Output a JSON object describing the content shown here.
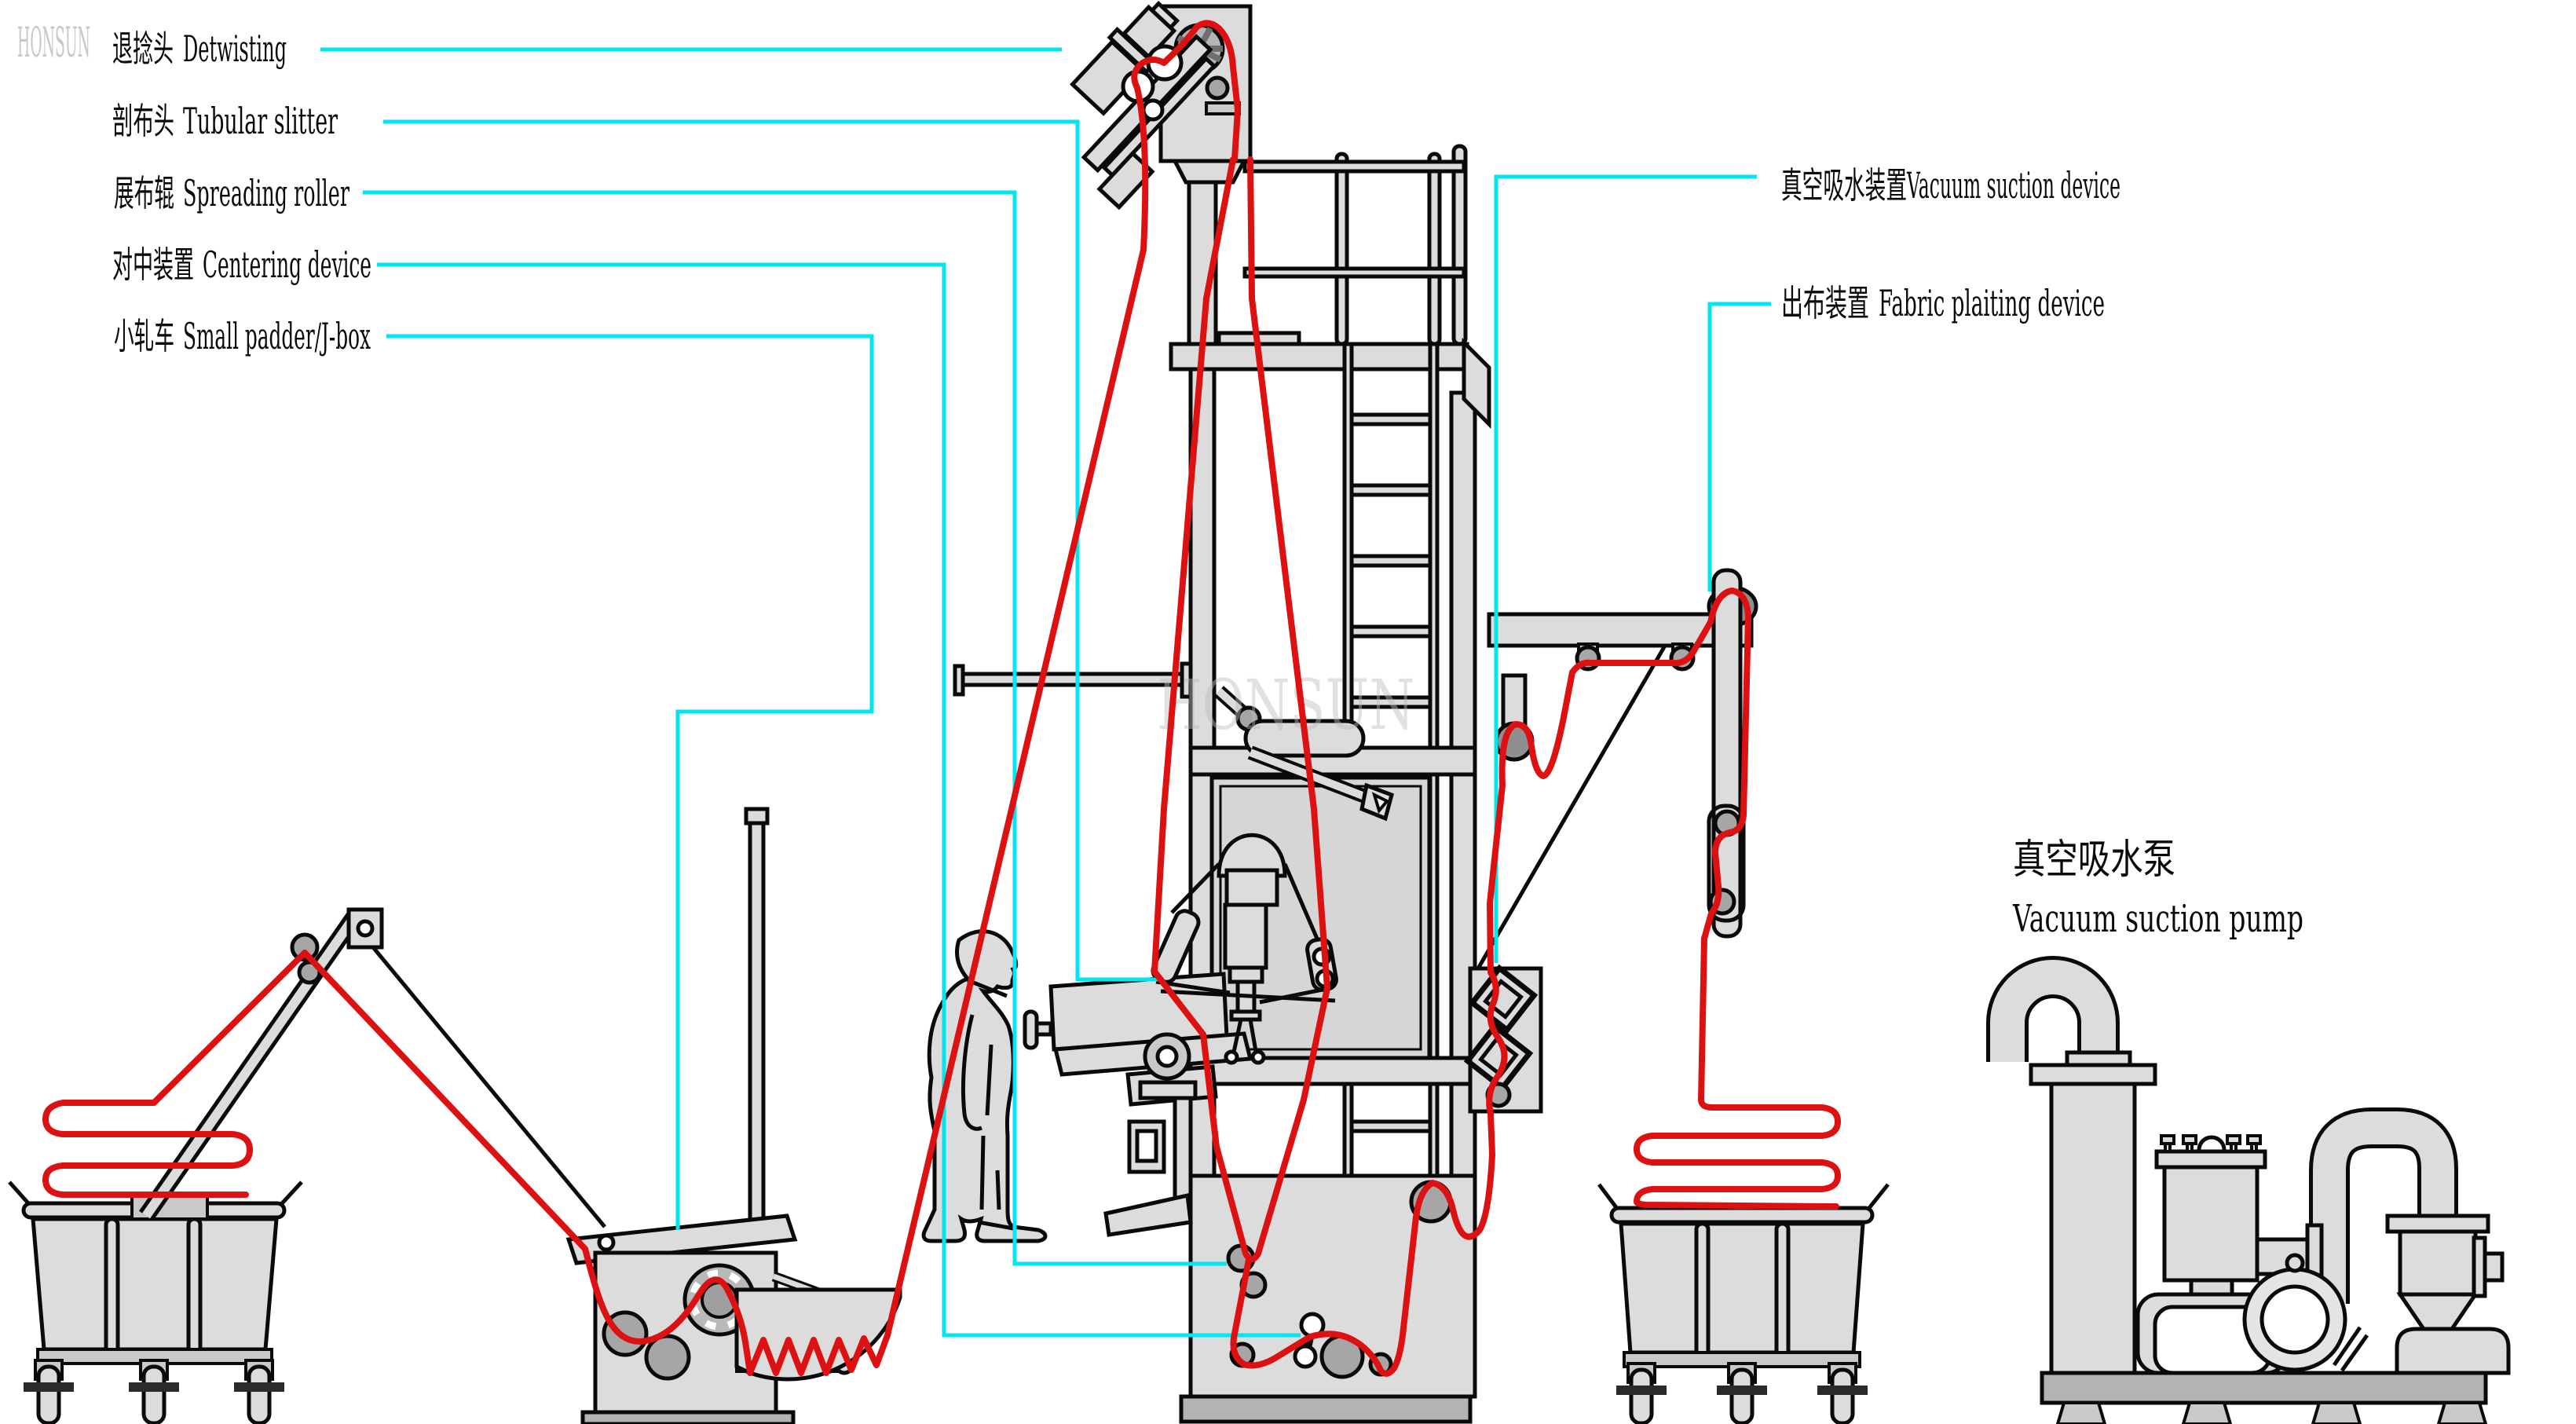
{
  "brand": {
    "logo": "HONSUN",
    "watermark": "HONSUN"
  },
  "labels": {
    "left": [
      {
        "zh": "退捻头",
        "en": "Detwisting"
      },
      {
        "zh": "剖布头",
        "en": "Tubular slitter"
      },
      {
        "zh": "展布辊",
        "en": "Spreading roller"
      },
      {
        "zh": "对中装置",
        "en": "Centering device"
      },
      {
        "zh": "小轧车",
        "en": "Small padder/J-box"
      }
    ],
    "right": [
      {
        "zh": "真空吸水装置",
        "en": "Vacuum suction device"
      },
      {
        "zh": "出布装置",
        "en": "Fabric plaiting device"
      }
    ],
    "pump": {
      "zh": "真空吸水泵",
      "en": "Vacuum suction pump"
    }
  },
  "colors": {
    "fabric_red": "#dd1111",
    "leader_cyan": "#00e6f0",
    "machine_light": "#dcdcdc",
    "machine_mid": "#a6a6a6",
    "machine_dark": "#8f8f8f",
    "outline": "#0a0a0a",
    "logo_gray": "#c8c8c8",
    "watermark_gray": "#bdbdbd"
  }
}
